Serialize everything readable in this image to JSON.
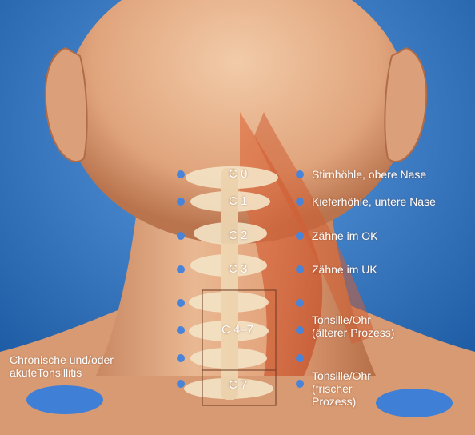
{
  "vertebrae": [
    "C 0",
    "C 1",
    "C 2",
    "C 3",
    "C 4–7",
    "C 7"
  ],
  "right_labels": [
    "Stirnhöhle, obere Nase",
    "Kieferhöhle, untere Nase",
    "Zähne im OK",
    "Zähne im UK"
  ],
  "right_multiline": [
    [
      "Tonsille/Ohr",
      "(älterer Prozess)"
    ],
    [
      "Tonsille/Ohr",
      "(frischer",
      "Prozess)"
    ]
  ],
  "left_label": [
    "Chronische und/oder",
    "akuteTonsillitis"
  ],
  "colors": {
    "background": "#2a6fb3",
    "skin": "#e8b48c",
    "spine": "#f4e4c6",
    "muscle": "#d2582e",
    "dot": "#4a84d8",
    "zone": "#3f7fd6",
    "box": "#6a3a22"
  }
}
